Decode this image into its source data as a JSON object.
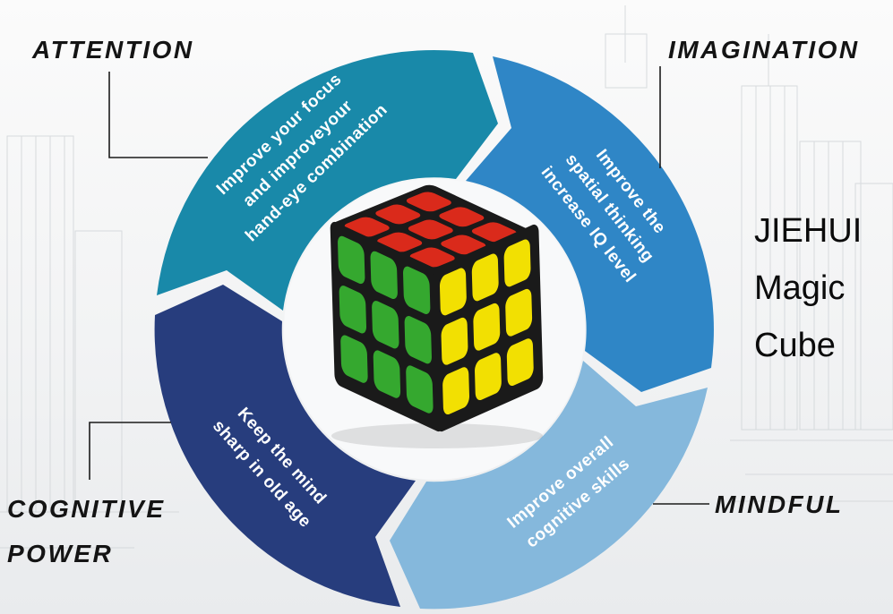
{
  "title": {
    "line1": "JIEHUI",
    "line2": "Magic",
    "line3": "Cube"
  },
  "callouts": {
    "attention": {
      "label": "ATTENTION"
    },
    "imagination": {
      "label": "IMAGINATION"
    },
    "cognitive_power": {
      "label_line1": "COGNITIVE",
      "label_line2": "POWER"
    },
    "mindful": {
      "label": "MINDFUL"
    }
  },
  "segments": {
    "attention": {
      "color": "#1989a9",
      "lines": [
        "Improve your focus",
        "and improveyour",
        "hand-eye combination"
      ]
    },
    "imagination": {
      "color": "#2f86c6",
      "lines": [
        "Improve the",
        "spatial thinking",
        "increase IQ level"
      ]
    },
    "mindful": {
      "color": "#85b8dc",
      "lines": [
        "Improve overall",
        "cognitive skills"
      ]
    },
    "cognitive_power": {
      "color": "#273d7d",
      "lines": [
        "Keep the mind",
        "sharp in old age"
      ]
    }
  },
  "cube": {
    "name": "3x3 magic cube",
    "top_color": "#da2a1b",
    "left_color": "#35a82f",
    "right_color": "#f2e002",
    "body_color": "#1a1a1a"
  }
}
